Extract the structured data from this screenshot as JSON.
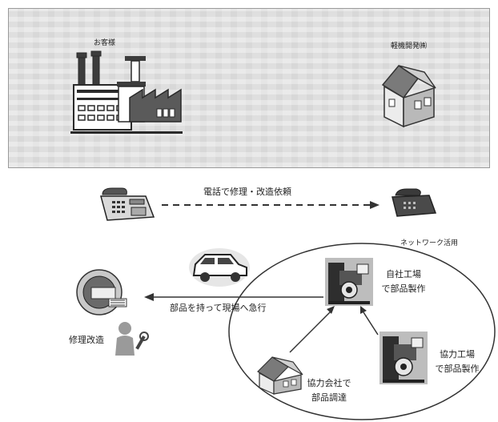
{
  "top": {
    "customer_label": "お客様",
    "developer_label": "軽機開発㈱"
  },
  "flow": {
    "phone_request": "電話で修理・改造依頼",
    "network_label": "ネットワーク活用",
    "rush_label": "部品を持って現場へ急行",
    "repair_label": "修理改造",
    "own_factory_line1": "自社工場",
    "own_factory_line2": "で部品製作",
    "partner_factory_line1": "協力工場",
    "partner_factory_line2": "で部品製作",
    "partner_company_line1": "協力会社で",
    "partner_company_line2": "部品調達"
  },
  "icons": {
    "customer": "factory-icon",
    "developer": "house-icon",
    "caller": "phone-icon",
    "receiver": "phone-icon",
    "transport": "car-icon",
    "site": "gear-machine-icon",
    "worker": "worker-icon",
    "own_factory": "machine-tool-icon",
    "partner_factory": "machine-tool-icon",
    "partner_company": "house-icon"
  }
}
